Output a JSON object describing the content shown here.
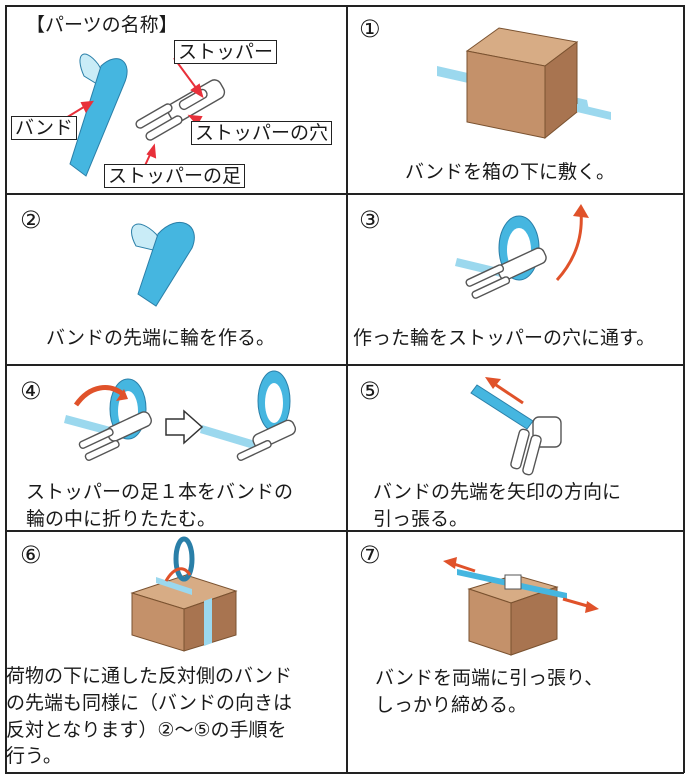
{
  "parts": {
    "title": "【パーツの名称】",
    "labels": {
      "stopper": "ストッパー",
      "band": "バンド",
      "stopper_hole": "ストッパーの穴",
      "stopper_foot": "ストッパーの足"
    }
  },
  "steps": [
    {
      "num": "①",
      "lines": [
        "バンドを箱の下に敷く。"
      ]
    },
    {
      "num": "②",
      "lines": [
        "バンドの先端に輪を作る。"
      ]
    },
    {
      "num": "③",
      "lines": [
        "作った輪をストッパーの穴に通す。"
      ]
    },
    {
      "num": "④",
      "lines": [
        "ストッパーの足１本をバンドの",
        "輪の中に折りたたむ。"
      ]
    },
    {
      "num": "⑤",
      "lines": [
        "バンドの先端を矢印の方向に",
        "引っ張る。"
      ]
    },
    {
      "num": "⑥",
      "lines": [
        "荷物の下に通した反対側のバンド",
        "の先端も同様に（バンドの向きは",
        "反対となります）②～⑤の手順を",
        "行う。"
      ]
    },
    {
      "num": "⑦",
      "lines": [
        "バンドを両端に引っ張り、",
        "しっかり締める。"
      ]
    }
  ],
  "colors": {
    "band": "#45b6e0",
    "band_light": "#c9ecf7",
    "box": "#c4916a",
    "box_top": "#d7ac85",
    "arrow": "#e0522a",
    "pointer": "#e8303a"
  },
  "icons": [
    "band-icon",
    "stopper-icon",
    "box-icon",
    "arrow-icon",
    "next-arrow-icon"
  ]
}
